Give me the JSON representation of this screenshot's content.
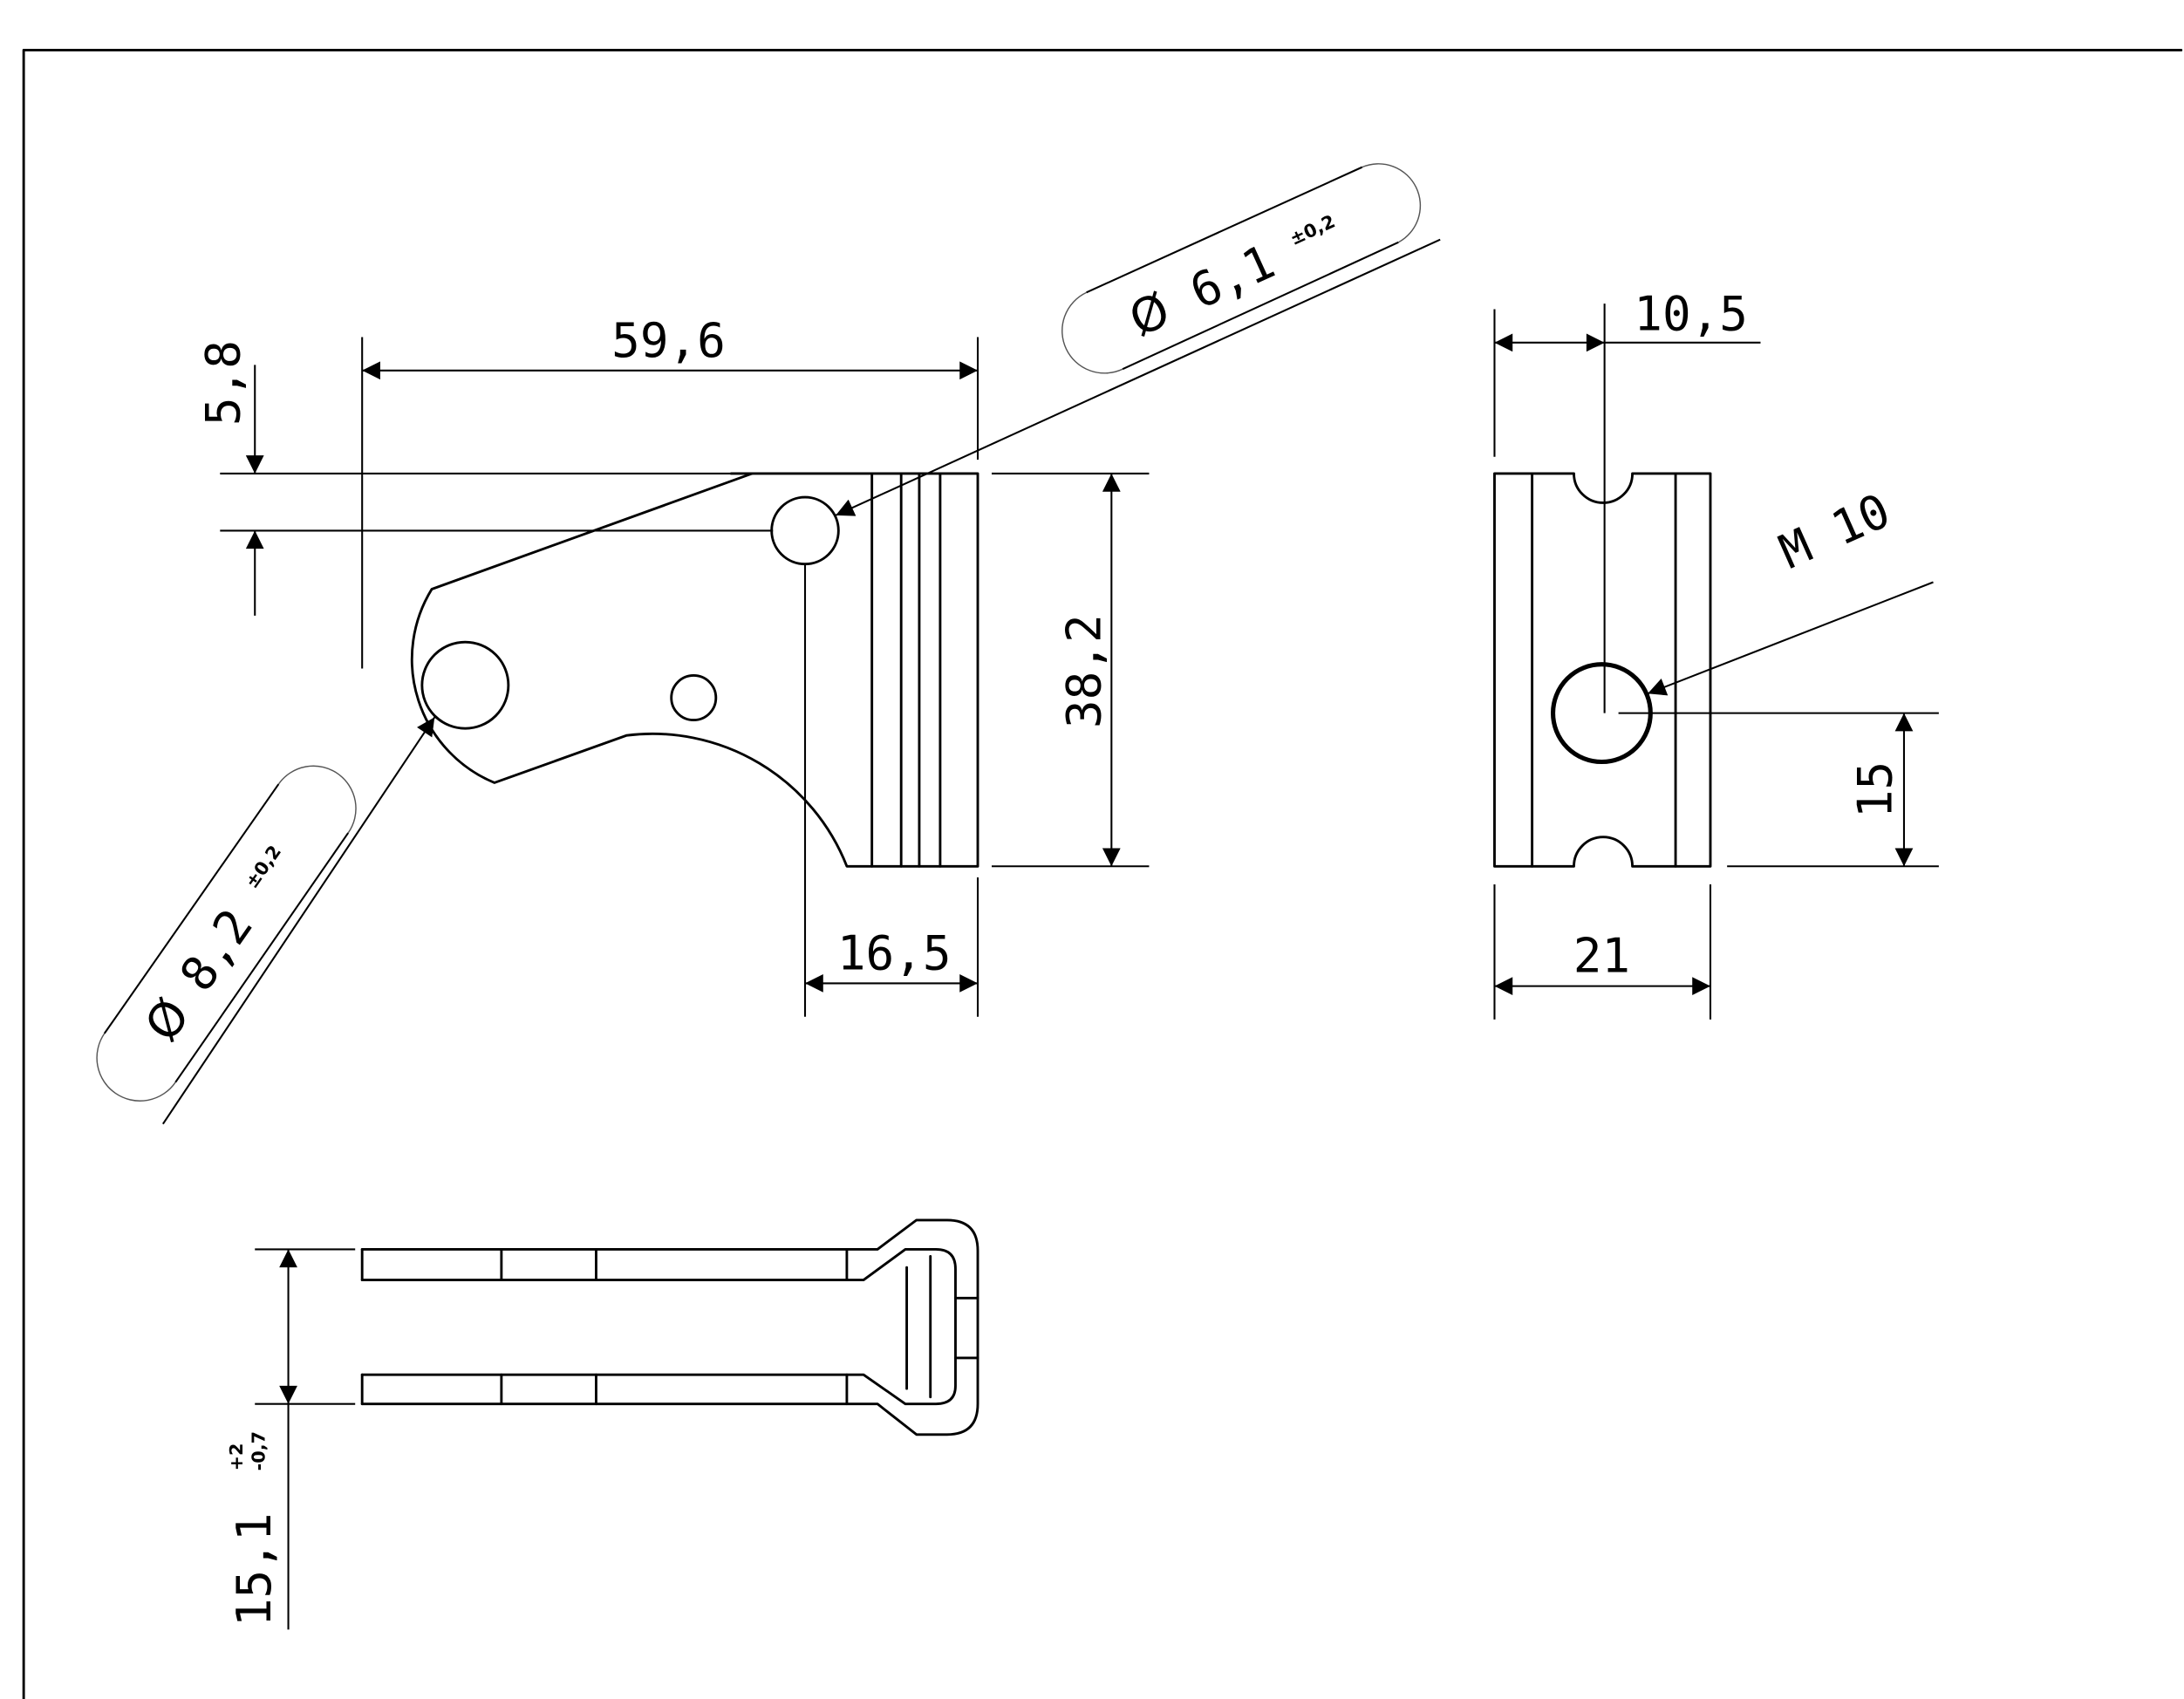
{
  "drawing": {
    "colors": {
      "line": "#000000",
      "paper": "#ffffff"
    },
    "dimensions": {
      "top_offset": {
        "main": "5",
        "sep": ",",
        "frac": "8"
      },
      "length": "59,6",
      "height": "38,2",
      "slot_width": "16,5",
      "end_offset": "10,5",
      "thread": "M 10",
      "thread_height": "15",
      "end_width": "21",
      "small_hole": {
        "symbol": "Ø",
        "main": "6",
        "sep": ",",
        "frac": "1",
        "tol": "±0,2"
      },
      "large_hole": {
        "symbol": "Ø",
        "main": "8",
        "sep": ",",
        "frac": "2",
        "tol": "±0,2"
      },
      "bottom_width": {
        "main": "15",
        "sep": ",",
        "frac": "1",
        "tol_upper": "+2",
        "tol_lower": "-0,7"
      }
    }
  }
}
